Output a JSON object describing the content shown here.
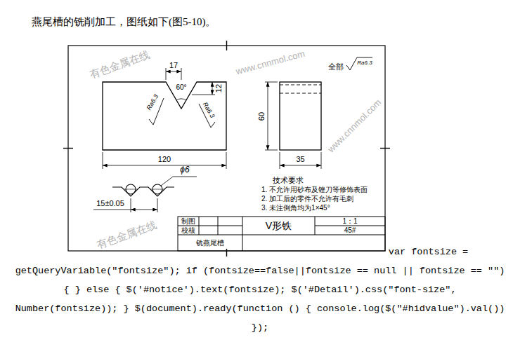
{
  "diagram": {
    "title": "燕尾槽的铣削加工，图纸如下(图5-10)。",
    "labels": [
      "17",
      "60°",
      "12",
      "Ra6.3",
      "Ra6.3",
      "全部",
      "Ra6.3",
      "60",
      "120",
      "35",
      "ϕ6",
      "15±0.05",
      "技术要求",
      "1. 不允许用砂布及锉刀等修饰表面",
      "2. 加工后的零件不允许有毛刺",
      "3. 未注倒角均为1×45°",
      "制图",
      "校核",
      "V形铁",
      "1：1",
      "45#",
      "铣燕尾槽",
      "有色金属在线",
      "www.cnnmol.com",
      "有色金属在线",
      "www.cnnmol.com",
      "var fontsize = getQueryVariable(\"fontsize\"); if (fontsize==false||fontsize == null || fontsize == \"\") { } else { $('#notice').text(fontsize); $('#Detail').css(\"font-size\", Number(fontsize)); } $(document).ready(function () { console.log($(\"#hidvalue\").val()) });"
    ]
  }
}
